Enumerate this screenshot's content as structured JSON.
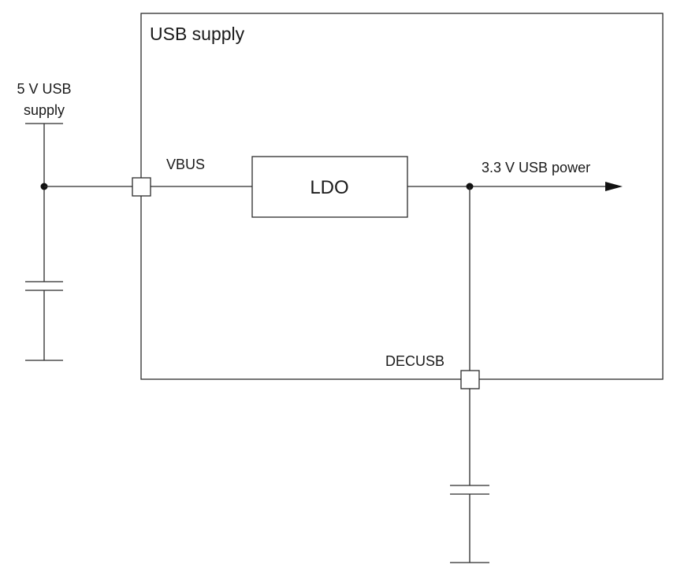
{
  "labels": {
    "block_title": "USB supply",
    "ext_supply_line1": "5 V USB",
    "ext_supply_line2": "supply",
    "vbus_pin": "VBUS",
    "ldo": "LDO",
    "output": "3.3 V USB power",
    "decusb_pin": "DECUSB"
  },
  "colors": {
    "line": "#2b2b2b",
    "text": "#1a1a1a",
    "background": "#ffffff"
  }
}
